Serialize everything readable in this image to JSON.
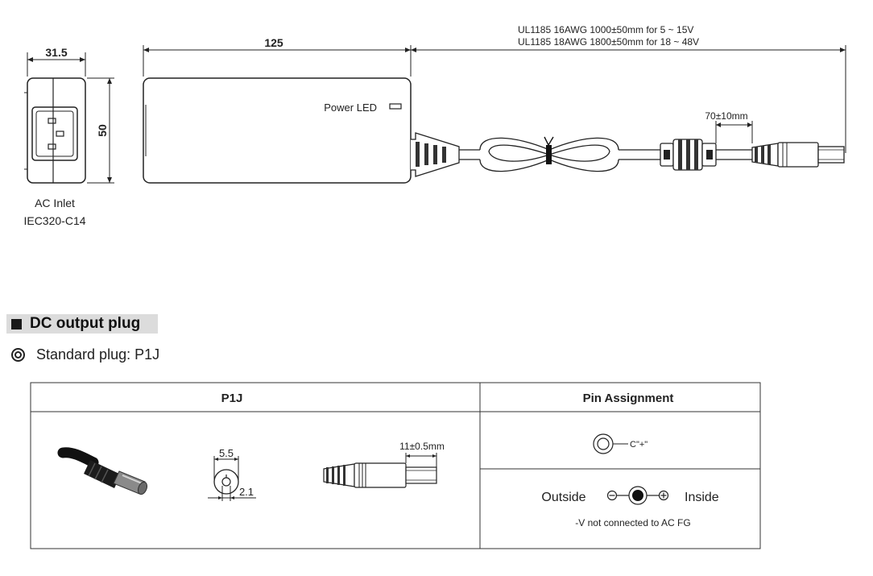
{
  "drawing": {
    "cable_spec_line1": "UL1185 16AWG 1000±50mm for 5 ~ 15V",
    "cable_spec_line2": "UL1185 18AWG 1800±50mm for 18 ~ 48V",
    "inlet_width": "31.5",
    "body_length": "125",
    "height": "50",
    "power_led_label": "Power LED",
    "ferrite_distance": "70±10mm",
    "ac_inlet_line1": "AC Inlet",
    "ac_inlet_line2": "IEC320-C14"
  },
  "section": {
    "title": "DC output plug",
    "subtitle": "Standard plug: P1J"
  },
  "table": {
    "col1_header": "P1J",
    "col2_header": "Pin Assignment",
    "outer_diameter": "5.5",
    "inner_diameter": "2.1",
    "plug_length": "11±0.5mm",
    "center_label": "C\"+\"",
    "outside_label": "Outside",
    "inside_label": "Inside",
    "note": "-V not connected to AC FG"
  }
}
